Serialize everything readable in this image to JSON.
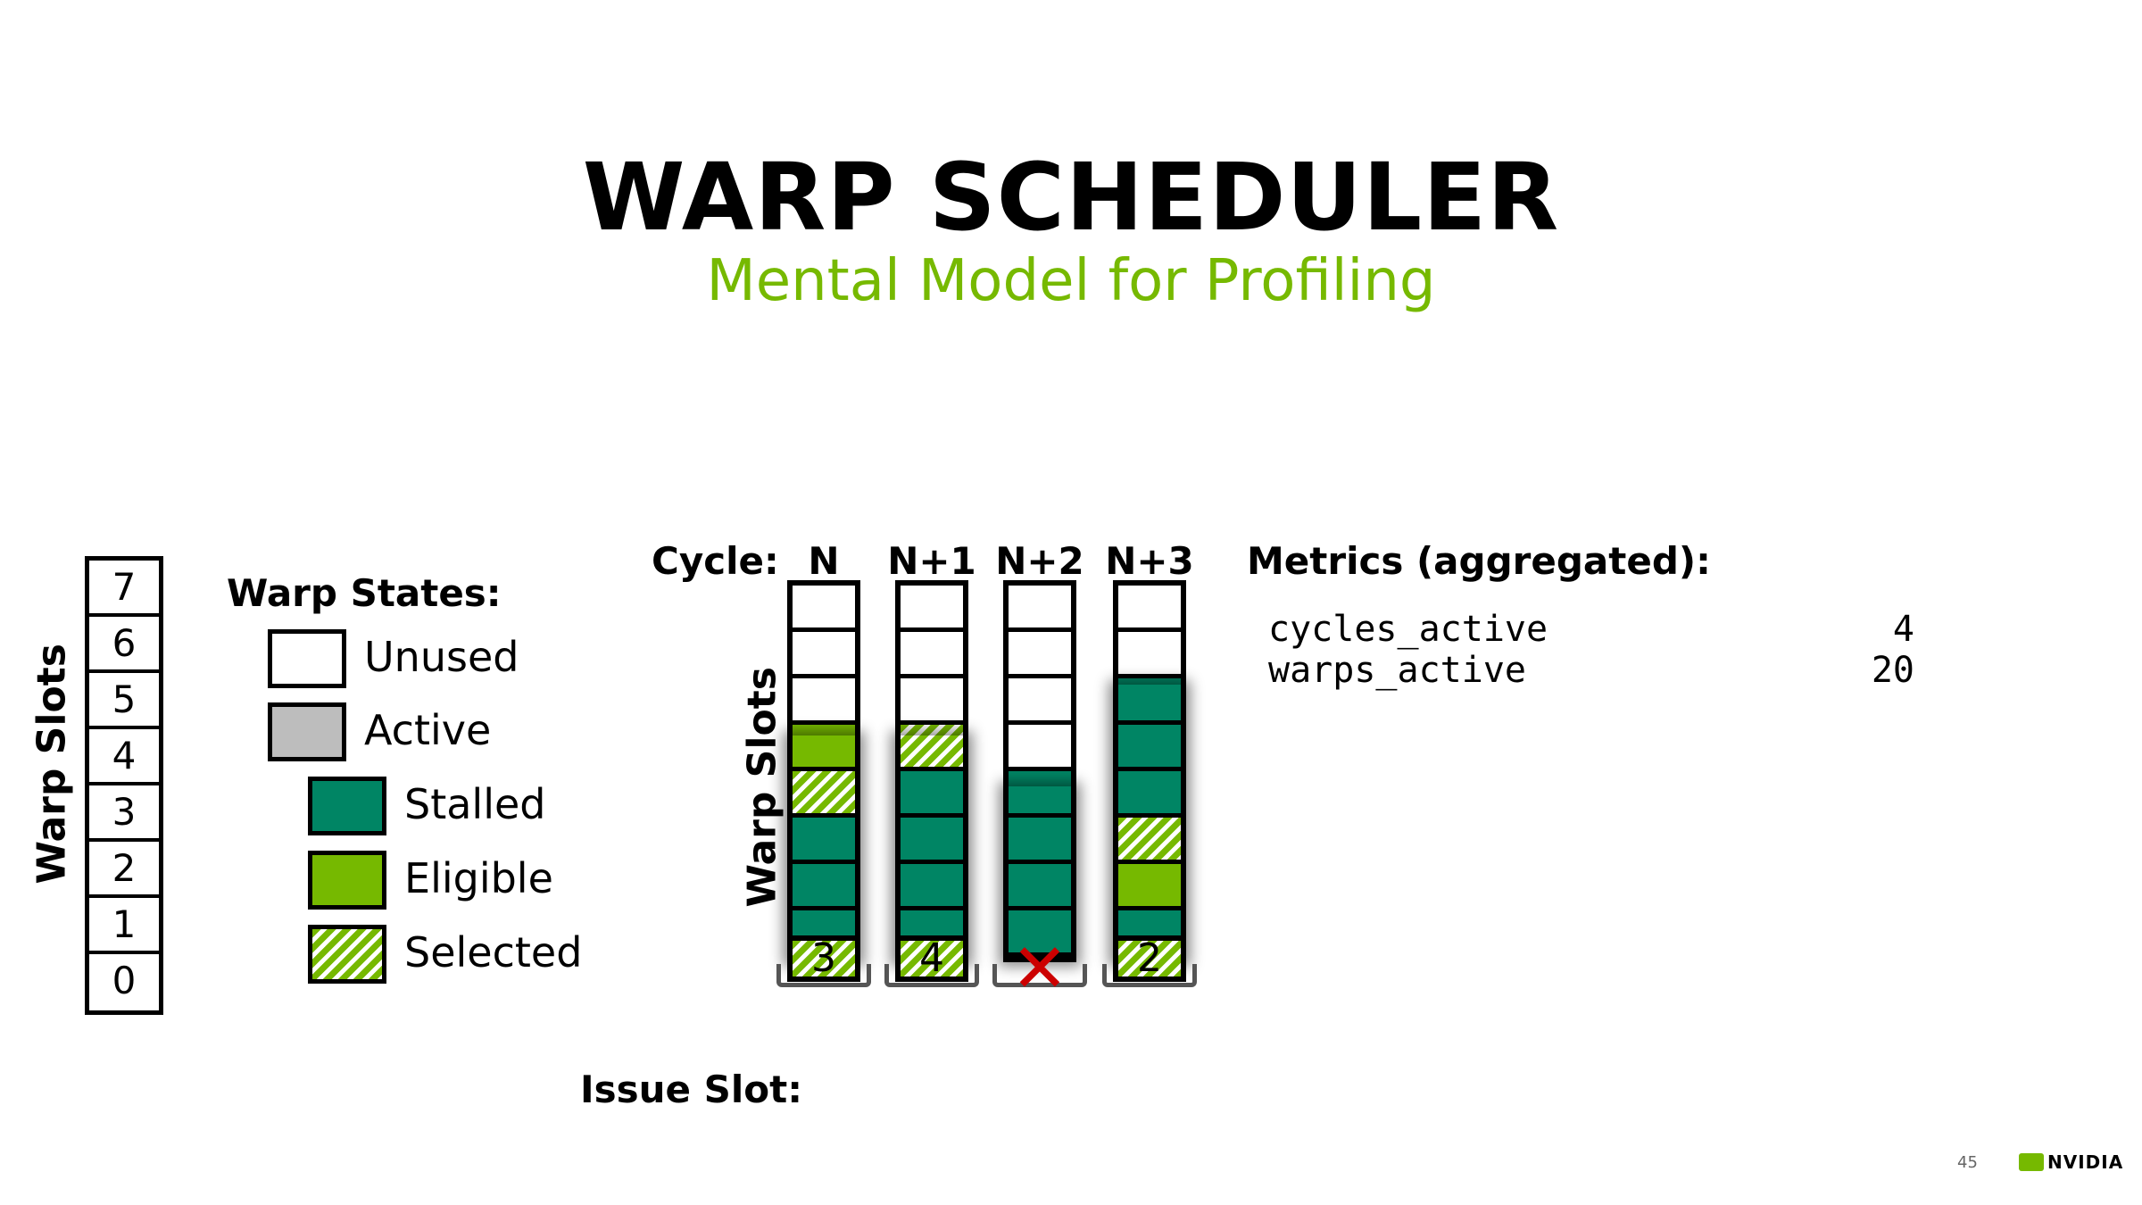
{
  "title": "WARP SCHEDULER",
  "subtitle": "Mental Model for Profiling",
  "warp_slots_label": "Warp Slots",
  "slot_numbers": [
    "7",
    "6",
    "5",
    "4",
    "3",
    "2",
    "1",
    "0"
  ],
  "legend": {
    "title": "Warp States:",
    "items": [
      {
        "label": "Unused",
        "state": "unused"
      },
      {
        "label": "Active",
        "state": "active"
      },
      {
        "label": "Stalled",
        "state": "stalled"
      },
      {
        "label": "Eligible",
        "state": "eligible"
      },
      {
        "label": "Selected",
        "state": "selected"
      }
    ]
  },
  "colors": {
    "stalled": "#008564",
    "eligible": "#76b900",
    "active": "#bdbdbd",
    "cross": "#cc0000"
  },
  "cycle_label": "Cycle:",
  "issue_slot_label": "Issue Slot:",
  "cycles": [
    {
      "label": "N",
      "states": [
        "unused",
        "unused",
        "unused",
        "eligible",
        "selected",
        "stalled",
        "stalled",
        "stalled"
      ],
      "issued": "3"
    },
    {
      "label": "N+1",
      "states": [
        "unused",
        "unused",
        "unused",
        "selected",
        "stalled",
        "stalled",
        "stalled",
        "stalled"
      ],
      "issued": "4"
    },
    {
      "label": "N+2",
      "states": [
        "unused",
        "unused",
        "unused",
        "unused",
        "stalled",
        "stalled",
        "stalled",
        "stalled"
      ],
      "issued": null
    },
    {
      "label": "N+3",
      "states": [
        "unused",
        "unused",
        "stalled",
        "stalled",
        "stalled",
        "selected",
        "eligible",
        "stalled"
      ],
      "issued": "2"
    }
  ],
  "metrics": {
    "title": "Metrics (aggregated):",
    "rows": [
      {
        "name": "cycles_active",
        "value": "4"
      },
      {
        "name": "warps_active",
        "value": "20"
      }
    ]
  },
  "footer": {
    "page": "45",
    "logo": "NVIDIA"
  }
}
